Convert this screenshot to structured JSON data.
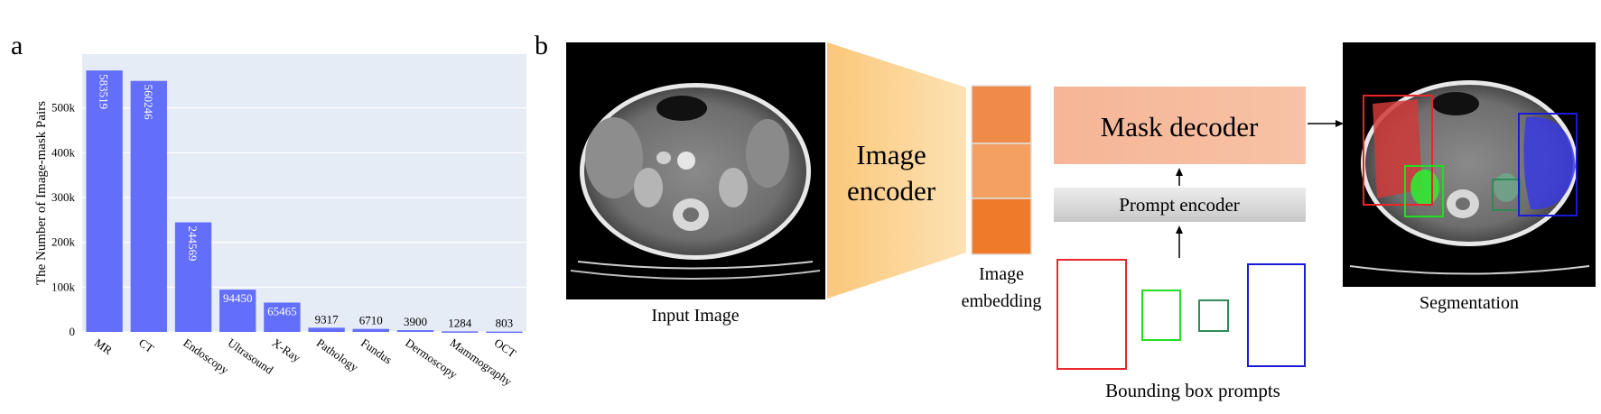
{
  "panel_a_label": "a",
  "panel_b_label": "b",
  "chart_data": {
    "type": "bar",
    "ylabel": "The Number of Image-mask Pairs",
    "xlabel": "",
    "ylim": [
      0,
      620000
    ],
    "yticks": [
      0,
      100000,
      200000,
      300000,
      400000,
      500000
    ],
    "ytick_labels": [
      "0",
      "100k",
      "200k",
      "300k",
      "400k",
      "500k"
    ],
    "categories": [
      "MR",
      "CT",
      "Endoscopy",
      "Ultrasound",
      "X-Ray",
      "Pathology",
      "Fundus",
      "Dermoscopy",
      "Mammography",
      "OCT"
    ],
    "values": [
      583519,
      560246,
      244569,
      94450,
      65465,
      9317,
      6710,
      3900,
      1284,
      803
    ],
    "value_labels": [
      "583519",
      "560246",
      "244569",
      "94450",
      "65465",
      "9317",
      "6710",
      "3900",
      "1284",
      "803"
    ],
    "bar_color": "#636efa",
    "plot_bg": "#e5ecf6",
    "grid": true
  },
  "pipeline": {
    "input_caption": "Input Image",
    "encoder_line1": "Image",
    "encoder_line2": "encoder",
    "embedding_line1": "Image",
    "embedding_line2": "embedding",
    "mask_decoder": "Mask decoder",
    "prompt_encoder": "Prompt encoder",
    "bbox_caption": "Bounding box prompts",
    "seg_caption": "Segmentation"
  },
  "colors": {
    "encoder_fill": "#fcd28f",
    "embed_top": "#f08a48",
    "embed_mid": "#f3a062",
    "embed_bot": "#ef7a2a",
    "decoder_fill": "#f6b89a",
    "prompt_enc_fill": "#d9d9d9",
    "box_red": "#e8262a",
    "box_green": "#22dd22",
    "box_darkgreen": "#2e8b57",
    "box_blue": "#1a1ad8"
  }
}
